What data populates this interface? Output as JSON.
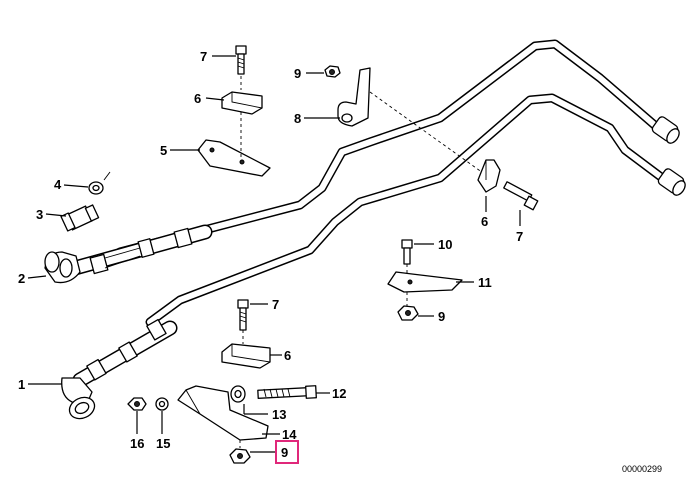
{
  "diagram": {
    "code": "00000299",
    "highlighted_callout": "9",
    "callouts": {
      "c1": "1",
      "c2": "2",
      "c3": "3",
      "c4": "4",
      "c5": "5",
      "c6a": "6",
      "c6b": "6",
      "c6c": "6",
      "c7a": "7",
      "c7b": "7",
      "c7c": "7",
      "c8": "8",
      "c9a": "9",
      "c9b": "9",
      "c9c": "9",
      "c10": "10",
      "c11": "11",
      "c12": "12",
      "c13": "13",
      "c14": "14",
      "c15": "15",
      "c16": "16"
    }
  }
}
